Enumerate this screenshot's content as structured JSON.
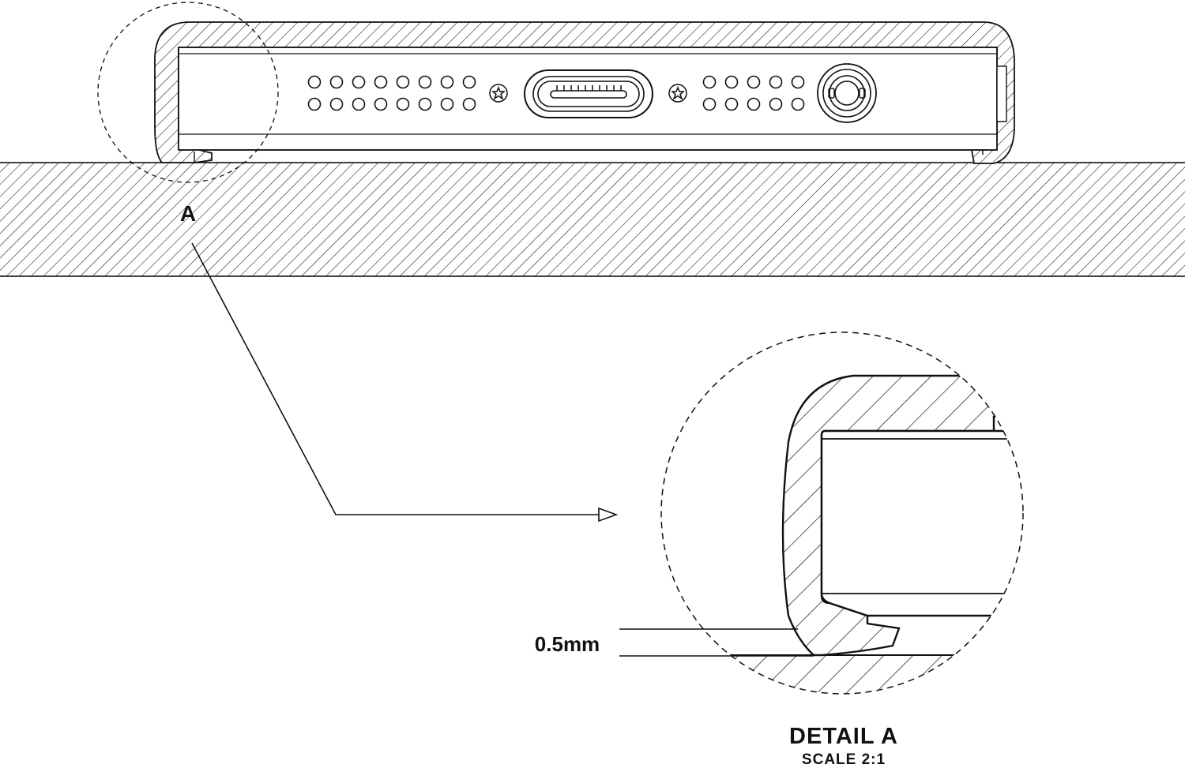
{
  "diagram": {
    "callout_label": "A",
    "dimension_label": "0.5mm",
    "detail_title": "DETAIL A",
    "detail_scale": "SCALE 2:1"
  },
  "colors": {
    "line": "#111111",
    "background": "#ffffff"
  },
  "icons": [
    "speaker-grille-icon",
    "torx-screw-icon",
    "lightning-port-icon",
    "headphone-jack-icon"
  ]
}
